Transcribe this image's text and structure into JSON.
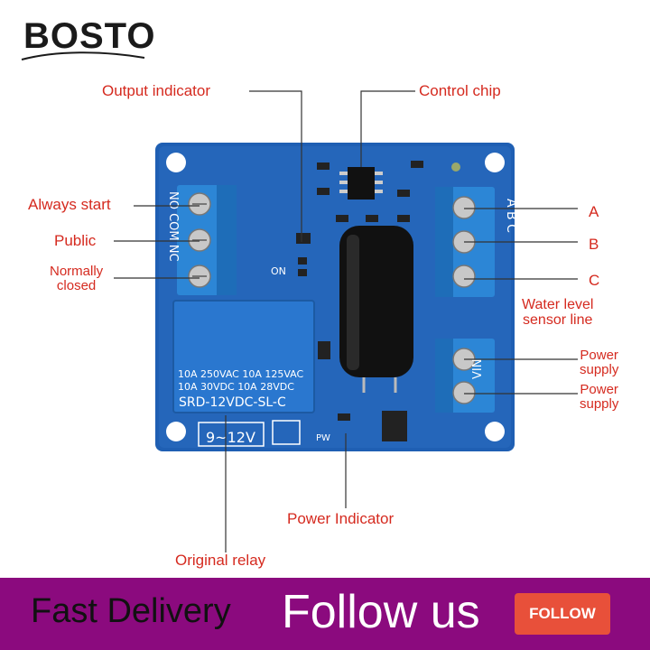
{
  "brand": {
    "logo_text": "BOSTO"
  },
  "callouts": {
    "output_indicator": "Output indicator",
    "control_chip": "Control chip",
    "always_start": "Always start",
    "public": "Public",
    "normally_closed_1": "Normally",
    "normally_closed_2": "closed",
    "a": "A",
    "b": "B",
    "c": "C",
    "water_level_1": "Water level",
    "water_level_2": "sensor line",
    "power_supply_1a": "Power",
    "power_supply_1b": "supply",
    "power_supply_2a": "Power",
    "power_supply_2b": "supply",
    "power_indicator": "Power Indicator",
    "original_relay": "Original relay"
  },
  "board_print": {
    "relay_line1": "10A 250VAC  10A 125VAC",
    "relay_line2": "10A  30VDC  10A  28VDC",
    "relay_model": "SRD-12VDC-SL-C",
    "voltage_box": "9~12V",
    "no_com_nc": "NO COM NC",
    "abc_right": "A B C",
    "vin": "VIN",
    "on": "ON",
    "pw": "PW"
  },
  "footer": {
    "fast_delivery": "Fast Delivery",
    "follow_us": "Follow us",
    "follow_button": "FOLLOW"
  },
  "colors": {
    "pcb": "#1f5fb3",
    "terminal": "#2c86d6",
    "callout": "#d52a1f",
    "footer": "#8b0a7e",
    "button": "#e8503a"
  }
}
